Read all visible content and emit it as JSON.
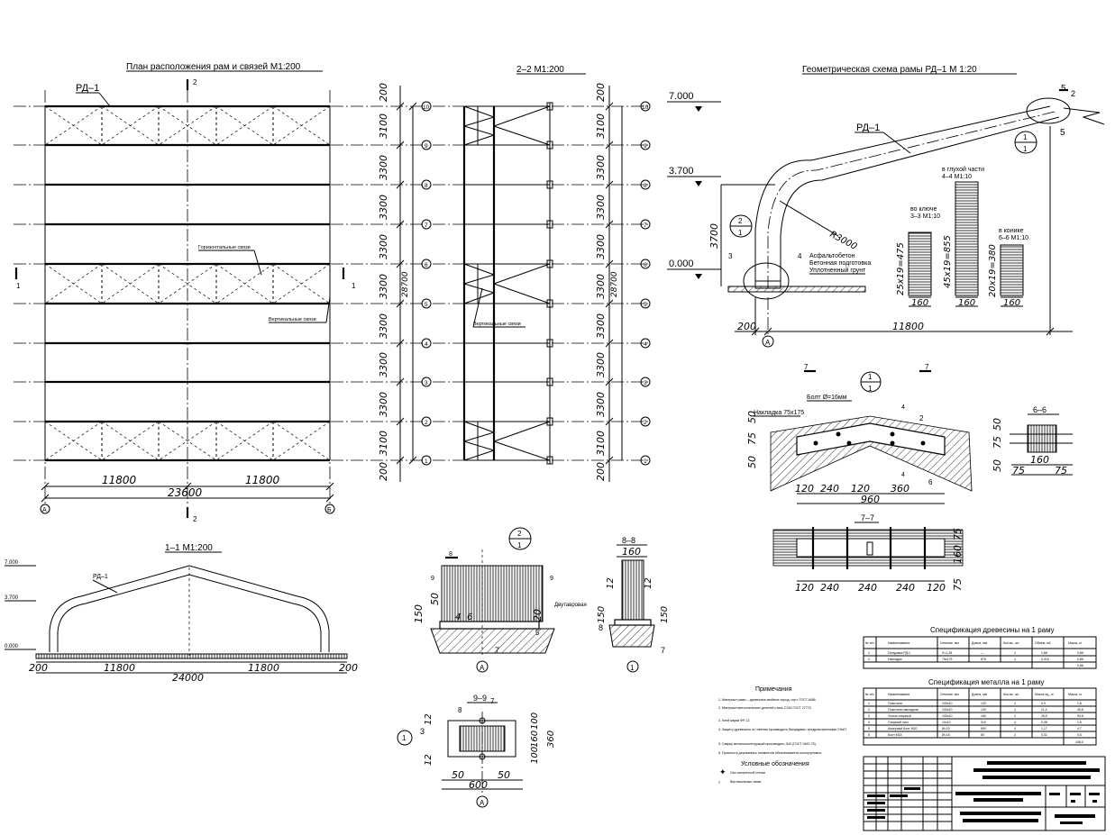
{
  "titles": {
    "plan": "План расположения рам и связей М1:200",
    "section22": "2–2  М1:200",
    "geom": "Геометрическая схема рамы  РД–1    М 1:20",
    "section11": "1–1  М1:200",
    "sec77": "7–7",
    "sec66": "6–6",
    "sec88": "8–8",
    "sec99": "9–9"
  },
  "plan": {
    "frame_label": "РД–1",
    "tie_label": "Горизонтальные связи",
    "vert_tie_label": "Вертикальные связи",
    "cut_mark": "2",
    "cut_mark_side": "1",
    "axis_a": "А",
    "axis_b": "Б",
    "spans": [
      "11800",
      "11800"
    ],
    "total": "23600",
    "spacings": [
      "200",
      "3100",
      "3300",
      "3300",
      "3300",
      "3300",
      "3300",
      "3300",
      "3300",
      "3100",
      "200"
    ],
    "total_length": "28700",
    "axes": [
      "10",
      "9",
      "8",
      "7",
      "6",
      "5",
      "4",
      "3",
      "2",
      "1"
    ]
  },
  "sec22": {
    "vert_tie_label": "Вертикальные связи",
    "total_length": "28700"
  },
  "geom": {
    "frame_label": "РД–1",
    "lvl_top": "7.000",
    "lvl_mid": "3.700",
    "lvl_zero": "0.000",
    "h": "3700",
    "radius": "R3000",
    "span": "11800",
    "offset": "200",
    "axis": "А",
    "node_top": "1",
    "node_bot": "1",
    "node2_top": "2",
    "node2_bot": "1",
    "mark5": "5",
    "mark2": "2",
    "mark3": "3",
    "mark4": "4",
    "floor_note": [
      "Асфальтобетон",
      "Бетонная подготовка",
      "Уплотненный грунт"
    ],
    "sec_top_note": "в глухой части\n4–4  М1:10",
    "sec_left_note": "во ключе\n3–3  М1:10",
    "sec_right_note": "в конике\n6–6  М1:10",
    "sec_left_dim": "25x19=475",
    "sec_mid_dim": "45x19=855",
    "sec_right_dim": "20x19=380",
    "sec_w": "160"
  },
  "node1": {
    "bolt": "Болт Ø=16мм",
    "plate": "Накладка 75х175",
    "mark1": "1",
    "mark7l": "7",
    "mark7r": "7",
    "mark2": "2",
    "mark6": "6",
    "mark4": "4",
    "dims": [
      "120",
      "240",
      "120",
      "360"
    ],
    "total": "960",
    "left_v": [
      "75",
      "50"
    ],
    "right_v": [
      "50",
      "75",
      "50"
    ]
  },
  "sec66": {
    "dims_v": [
      "50",
      "75",
      "50"
    ],
    "dims_h": [
      "75",
      "160",
      "75"
    ]
  },
  "sec77": {
    "dims": [
      "120",
      "240",
      "240",
      "240",
      "120"
    ],
    "v": [
      "75",
      "160",
      "75"
    ]
  },
  "sec11": {
    "lvl_top": "7.000",
    "lvl_mid": "3.700",
    "lvl_zero": "0.000",
    "frame_label": "РД–1",
    "left": "200",
    "spans": [
      "11800",
      "11800"
    ],
    "right": "200",
    "total": "24000"
  },
  "node2": {
    "mark_top": "2",
    "mark_bot": "1",
    "cut8": "8",
    "cut9l": "9",
    "cut9r": "9",
    "dims": [
      "50",
      "150",
      "4",
      "6",
      "20"
    ],
    "mark5": "5",
    "mark7": "7",
    "axis": "А",
    "base_label": "Двутавровая"
  },
  "sec88": {
    "w": "160",
    "dims": [
      "12",
      "12",
      "150",
      "150"
    ],
    "mark8": "8",
    "mark7": "7",
    "axis": "1"
  },
  "sec99": {
    "marks": [
      "8",
      "7",
      "1",
      "3"
    ],
    "dims_l": [
      "12",
      "12"
    ],
    "dims_r": [
      "100",
      "160",
      "100",
      "360"
    ],
    "bot": [
      "50",
      "600",
      "50"
    ],
    "axis": "А"
  },
  "notes": {
    "title": "Примечания",
    "items": [
      "1. Материал рамы – древесина хвойных пород, сорт. ГОСТ 8486.",
      "2. Материал металлических деталей сталь С245 ГОСТ 27772.",
      "3. Клей марки ФР-12.",
      "4. Защиту древесины от гниения производить биоцидами, предусмотренными СНиП.",
      "5. Сварку металлоконструкций производить Э42 (ГОСТ 9467-75).",
      "6. Прочность деревянных элементов обеспечивается конструктивно."
    ],
    "legend_title": "Условные обозначения",
    "legend_1": "Ось поперечной стенки",
    "legend_2": "Вертикальные связи"
  },
  "spec_wood": {
    "title": "Спецификация древесины на 1 раму",
    "headers": [
      "№ п/п",
      "Наименование",
      "Сечение, мм",
      "Длина, мм",
      "Кол-во, шт.",
      "Объем, м3",
      "Масса, кг"
    ],
    "rows": [
      [
        "1",
        "Полурама РД-1",
        "Х=1,25",
        "—",
        "2",
        "1,68",
        "0,85"
      ],
      [
        "2",
        "Накладка",
        "75х175",
        "875",
        "4",
        "0,015",
        "0,85"
      ]
    ],
    "total": "0,86"
  },
  "spec_metal": {
    "title": "Спецификация металла на 1 раму",
    "headers": [
      "№ п/п",
      "Наименование",
      "Сечение, мм",
      "Длина, мм",
      "Кол-во, шт.",
      "Масса ед., кг",
      "Масса, кг"
    ],
    "rows": [
      [
        "1",
        "Пластина",
        "100х10",
        "120",
        "2",
        "0,9",
        "1,8"
      ],
      [
        "2",
        "Пластина накладная",
        "100х10",
        "120",
        "4",
        "11,4",
        "45,6"
      ],
      [
        "3",
        "Уголок опорный",
        "100х10",
        "160",
        "2",
        "26,9",
        "53,8"
      ],
      [
        "4",
        "Опорный лист",
        "10х10",
        "310",
        "4",
        "0,38",
        "1,5"
      ],
      [
        "5",
        "Анкерный болт М20",
        "Ø=20",
        "690",
        "4",
        "1,17",
        "4,7"
      ],
      [
        "6",
        "Болт М16",
        "Ø=16",
        "80",
        "2",
        "0,31",
        "0,6"
      ]
    ],
    "total": "108,0"
  },
  "stamp": {
    "title_block": "title-block"
  }
}
